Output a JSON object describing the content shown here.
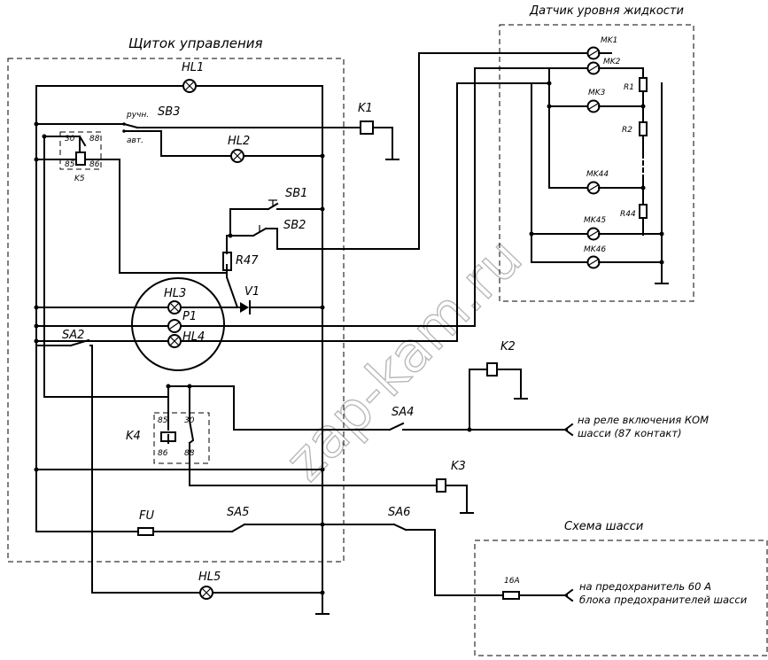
{
  "blocks": {
    "panel_title": "Щиток управления",
    "sensor_title": "Датчик уровня жидкости",
    "chassis_title": "Схема шасси"
  },
  "labels": {
    "HL1": "HL1",
    "HL2": "HL2",
    "HL3": "HL3",
    "HL4": "HL4",
    "HL5": "HL5",
    "SB1": "SB1",
    "SB2": "SB2",
    "SB3": "SB3",
    "SB3_manual": "ручн.",
    "SB3_auto": "авт.",
    "K1": "K1",
    "K2": "K2",
    "K3": "K3",
    "K4": "K4",
    "K5": "K5",
    "P1": "P1",
    "V1": "V1",
    "R47": "R47",
    "SA2": "SA2",
    "SA4": "SA4",
    "SA5": "SA5",
    "SA6": "SA6",
    "FU": "FU",
    "fuse_16A": "16A",
    "MK1": "MK1",
    "MK2": "MK2",
    "MK3": "MK3",
    "MK44": "MK44",
    "MK45": "MK45",
    "MK46": "MK46",
    "R1": "R1",
    "R2": "R2",
    "R44": "R44"
  },
  "relay_pins": {
    "K5": [
      "30",
      "88",
      "85",
      "86"
    ],
    "K4": [
      "85",
      "30",
      "86",
      "88"
    ]
  },
  "notes": {
    "kom_line1": "на реле  включения КОМ",
    "kom_line2": "шасси (87 контакт)",
    "fuse_line1": "на предохранитель 60 А",
    "fuse_line2": "блока предохранителей шасси"
  },
  "watermark": "zap-kam.ru"
}
